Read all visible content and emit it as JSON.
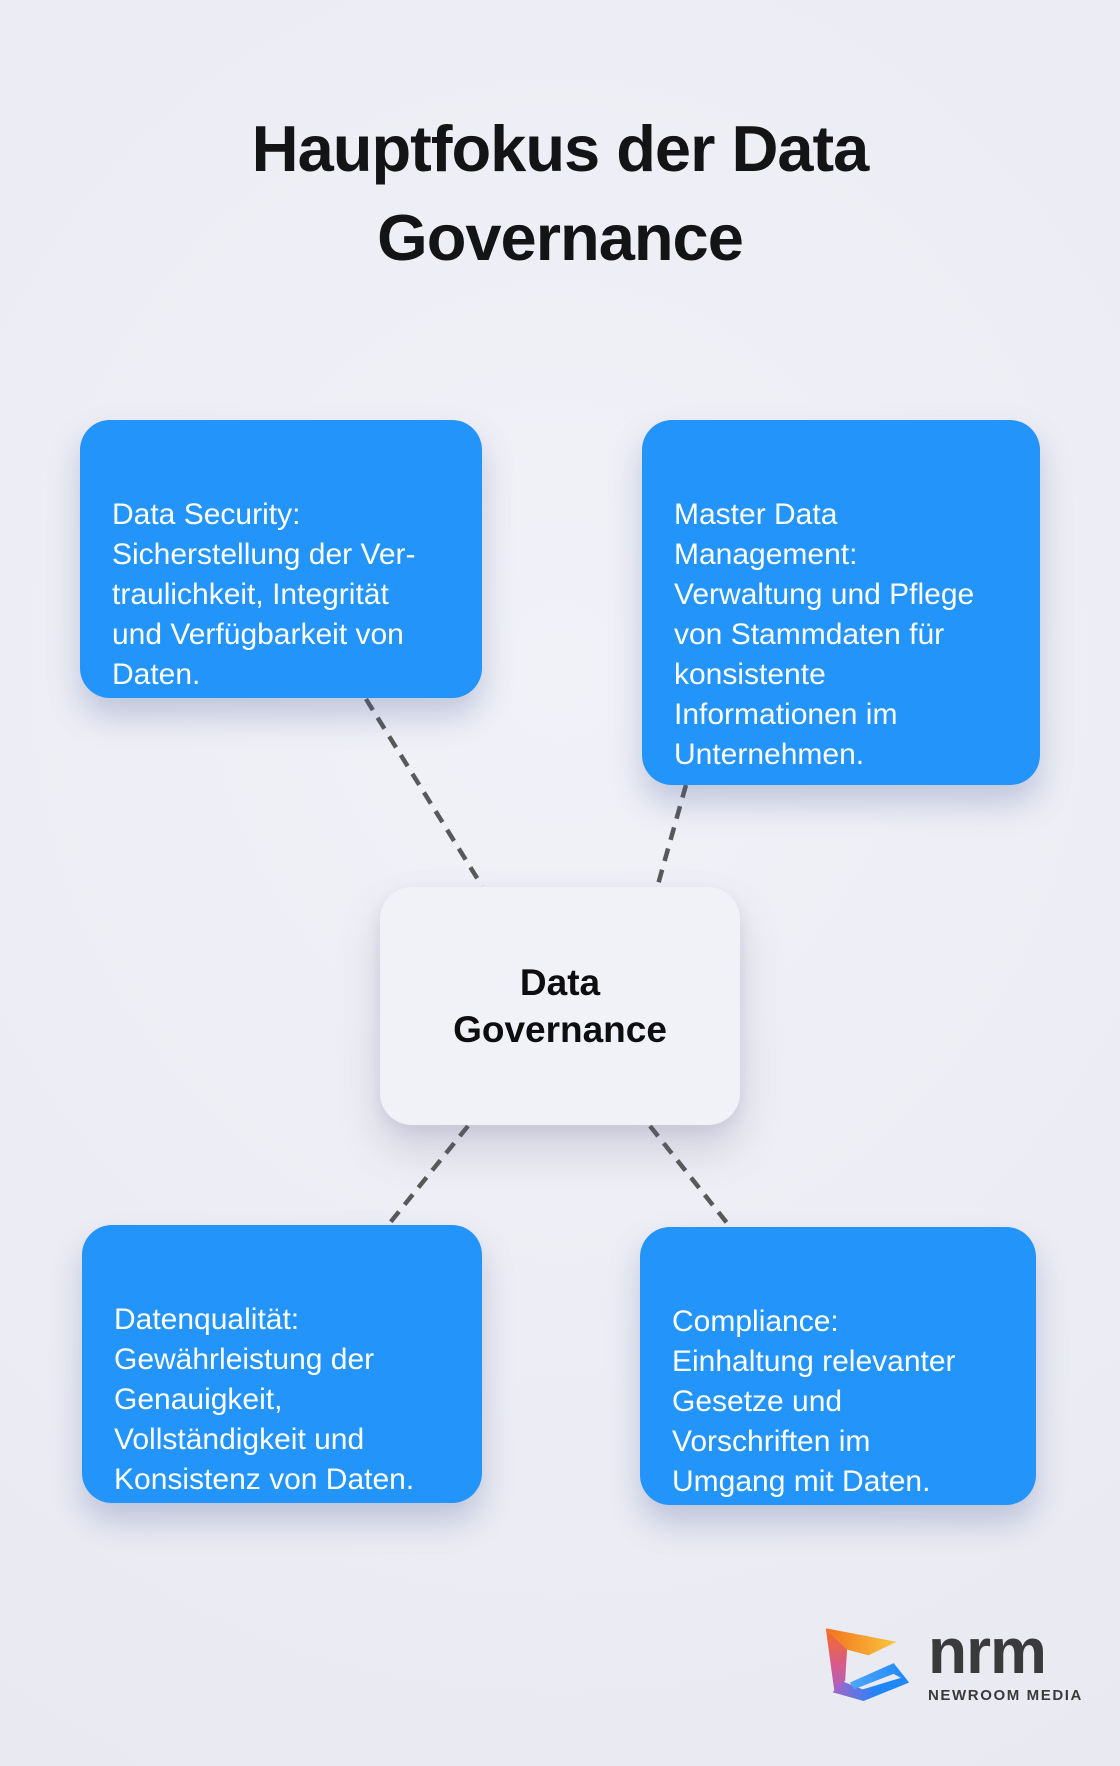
{
  "title": "Hauptfokus der Data\nGovernance",
  "center": {
    "label": "Data\nGovernance"
  },
  "nodes": [
    {
      "id": "data-security",
      "text": "Data Security:\nSicherstellung der Ver-\ntraulichkeit, Integrität\nund Verfügbarkeit von\nDaten."
    },
    {
      "id": "master-data-management",
      "text": "Master Data\nManagement:\nVerwaltung und Pflege\nvon Stammdaten für\nkonsistente\nInformationen im\nUnternehmen."
    },
    {
      "id": "datenqualitaet",
      "text": "Datenqualität:\nGewährleistung der\nGenauigkeit,\nVollständigkeit und\nKonsistenz von Daten."
    },
    {
      "id": "compliance",
      "text": "Compliance:\nEinhaltung relevanter\nGesetze und\nVorschriften im\nUmgang mit Daten."
    }
  ],
  "logo": {
    "brand": "nrm",
    "subtitle": "NEWROOM MEDIA"
  },
  "colors": {
    "accent": "#2394FA",
    "background": "#ECECF4",
    "dash": "#59595B",
    "center_bg": "#F1F1F8",
    "title_text": "#141416",
    "box_text": "#FFFFFF",
    "logo_text": "#3A3A3C",
    "logo_orange": "#F4711C",
    "logo_yellow": "#F9C83F",
    "logo_blue": "#1E87FB",
    "logo_lightblue": "#4FA6FF",
    "logo_purple": "#A963C6",
    "logo_pink": "#D95A86"
  }
}
